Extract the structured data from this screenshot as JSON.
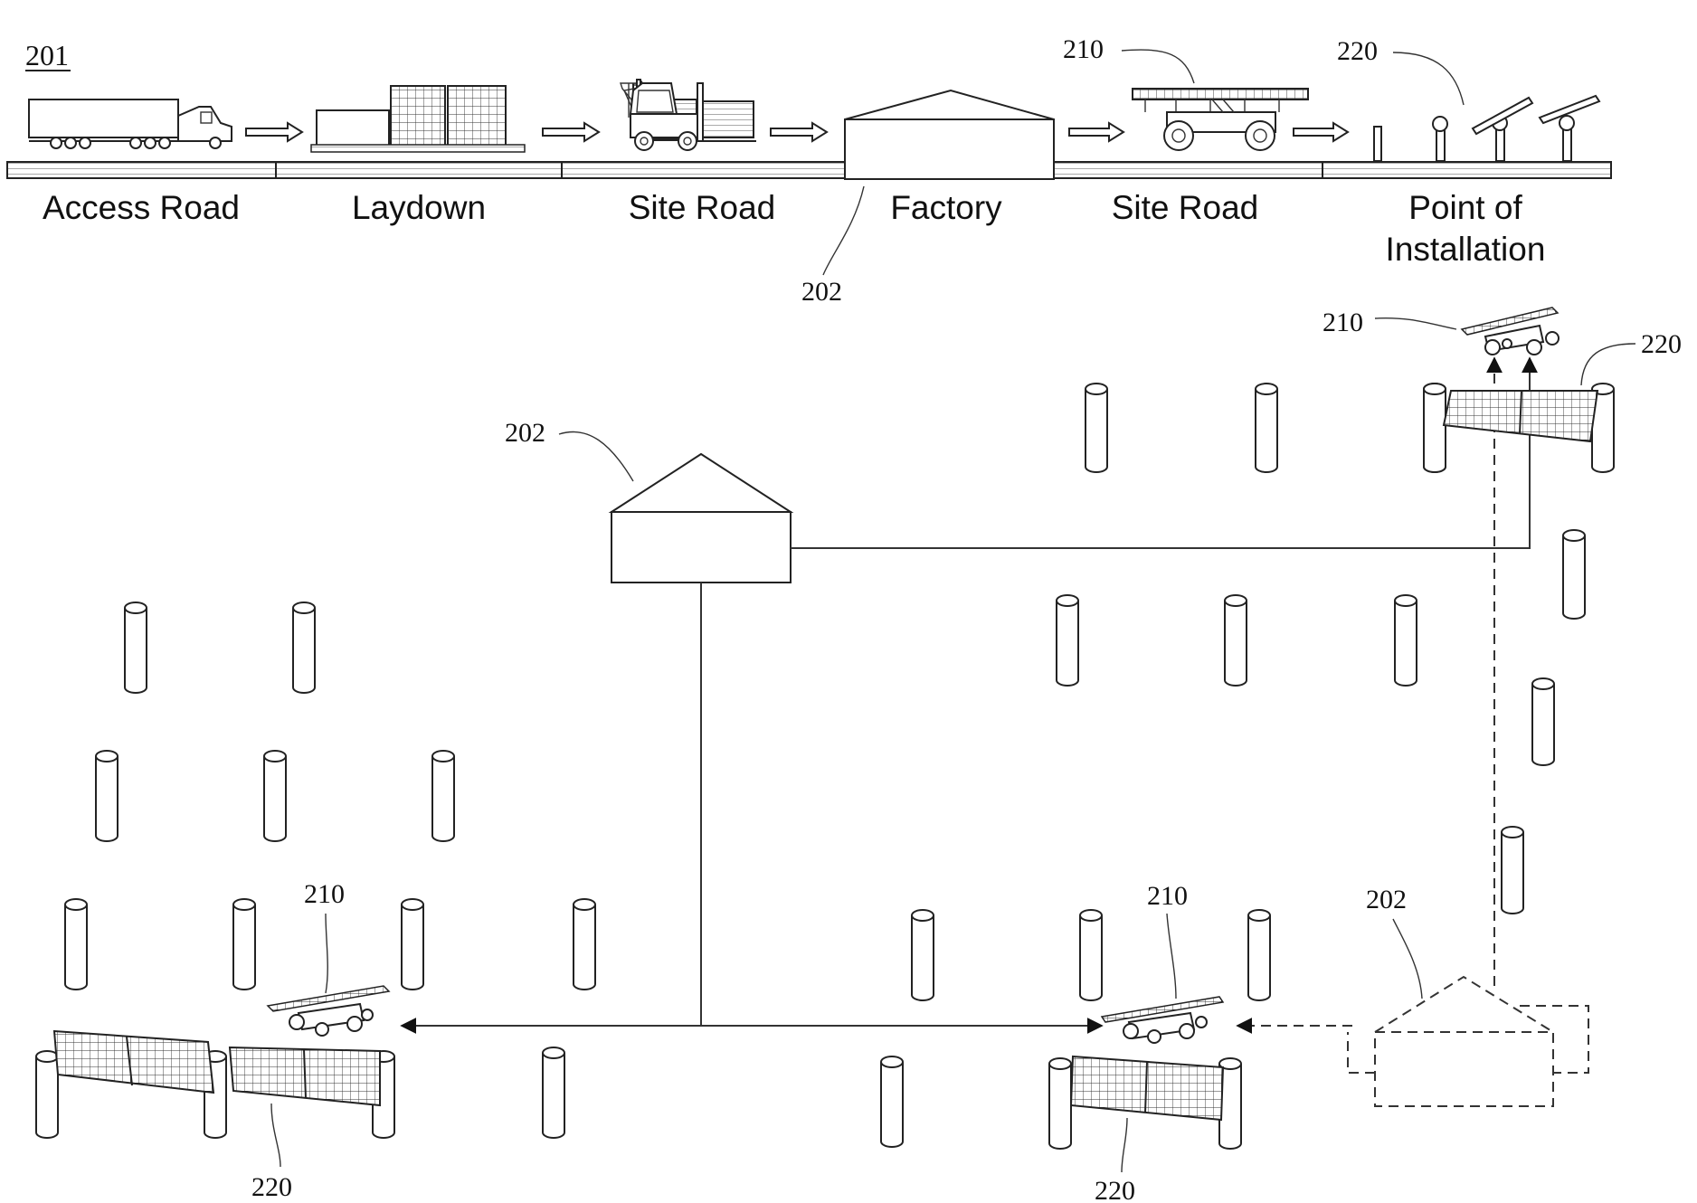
{
  "top_strip": {
    "figure_ref": "201",
    "stages": [
      {
        "label": "Access Road"
      },
      {
        "label": "Laydown"
      },
      {
        "label": "Site Road"
      },
      {
        "label": "Factory"
      },
      {
        "label": "Site Road"
      },
      {
        "label": "Point of",
        "label2": "Installation"
      }
    ],
    "refs": {
      "factory": "202",
      "vehicle": "210",
      "tracker": "220"
    }
  },
  "site_plan": {
    "refs": {
      "factory_main": "202",
      "factory_mobile": "202",
      "vehicle_top": "210",
      "tracker_top": "220",
      "vehicle_left": "210",
      "tracker_left": "220",
      "vehicle_mid": "210",
      "tracker_mid": "220"
    }
  }
}
